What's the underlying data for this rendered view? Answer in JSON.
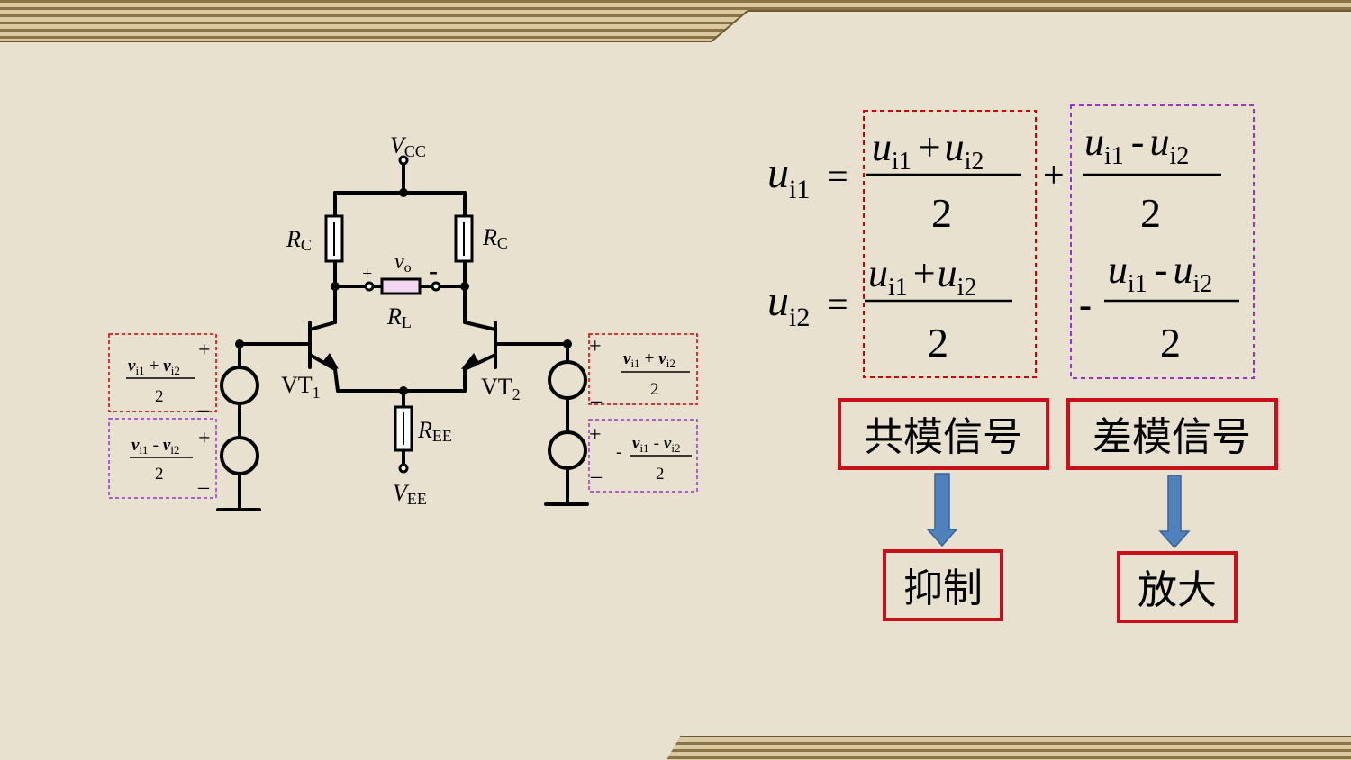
{
  "colors": {
    "background": "#e8e1d0",
    "stripe_light": "#d8c9a3",
    "stripe_dark": "#8a7446",
    "common_mode_frame": "#cc0000",
    "differential_frame": "#9933cc",
    "label_box_border": "#c8101b",
    "arrow_fill": "#4f81bd"
  },
  "circuit": {
    "vcc": {
      "main": "V",
      "sub": "CC"
    },
    "vee": {
      "main": "V",
      "sub": "EE"
    },
    "rc_left": {
      "main": "R",
      "sub": "C"
    },
    "rc_right": {
      "main": "R",
      "sub": "C"
    },
    "vo": {
      "main": "v",
      "sub": "o"
    },
    "vo_plus": "+",
    "vo_minus": "-",
    "rl": {
      "main": "R",
      "sub": "L"
    },
    "ree": {
      "main": "R",
      "sub": "EE"
    },
    "vt1": {
      "main": "VT",
      "sub": "1"
    },
    "vt2": {
      "main": "VT",
      "sub": "2"
    },
    "src_plus": "+",
    "src_minus": "_",
    "left_common": {
      "v1": "v",
      "s1": "i1",
      "op": "+",
      "v2": "v",
      "s2": "i2",
      "den": "2"
    },
    "left_diff": {
      "v1": "v",
      "s1": "i1",
      "op": "-",
      "v2": "v",
      "s2": "i2",
      "den": "2"
    },
    "right_common": {
      "v1": "v",
      "s1": "i1",
      "op": "+",
      "v2": "v",
      "s2": "i2",
      "den": "2"
    },
    "right_diff": {
      "sign": "-",
      "v1": "v",
      "s1": "i1",
      "op": "-",
      "v2": "v",
      "s2": "i2",
      "den": "2"
    }
  },
  "equations": {
    "eq1": {
      "lhs": "u",
      "lhs_sub": "i1",
      "eq": "=",
      "plus": "+",
      "common": {
        "a": "u",
        "as": "i1",
        "op": "+",
        "b": "u",
        "bs": "i2",
        "den": "2"
      },
      "diff": {
        "a": "u",
        "as": "i1",
        "op": "-",
        "b": "u",
        "bs": "i2",
        "den": "2"
      }
    },
    "eq2": {
      "lhs": "u",
      "lhs_sub": "i2",
      "eq": "=",
      "minus": "-",
      "common": {
        "a": "u",
        "as": "i1",
        "op": "+",
        "b": "u",
        "bs": "i2",
        "den": "2"
      },
      "diff": {
        "a": "u",
        "as": "i1",
        "op": "-",
        "b": "u",
        "bs": "i2",
        "den": "2"
      }
    }
  },
  "labels": {
    "common_mode": "共模信号",
    "differential_mode": "差模信号",
    "suppress": "抑制",
    "amplify": "放大"
  }
}
